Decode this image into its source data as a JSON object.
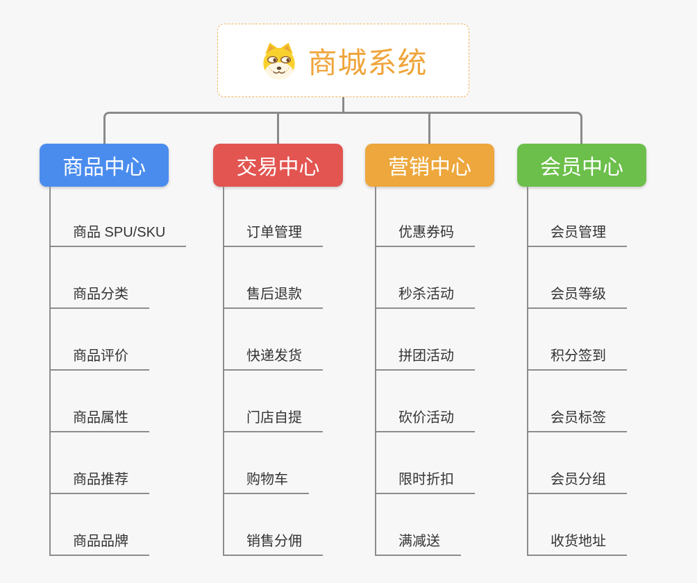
{
  "root": {
    "label": "商城系统",
    "icon": "doge-icon",
    "text_color": "#efa53c",
    "border_color": "#f0b45c"
  },
  "connector_color": "#8a8a8a",
  "background_color": "#f7f7f7",
  "branches": [
    {
      "label": "商品中心",
      "color": "#4a8cee",
      "children": [
        "商品 SPU/SKU",
        "商品分类",
        "商品评价",
        "商品属性",
        "商品推荐",
        "商品品牌"
      ]
    },
    {
      "label": "交易中心",
      "color": "#e25551",
      "children": [
        "订单管理",
        "售后退款",
        "快递发货",
        "门店自提",
        "购物车",
        "销售分佣"
      ]
    },
    {
      "label": "营销中心",
      "color": "#eda73c",
      "children": [
        "优惠券码",
        "秒杀活动",
        "拼团活动",
        "砍价活动",
        "限时折扣",
        "满减送"
      ]
    },
    {
      "label": "会员中心",
      "color": "#6bbf4a",
      "children": [
        "会员管理",
        "会员等级",
        "积分签到",
        "会员标签",
        "会员分组",
        "收货地址"
      ]
    }
  ]
}
